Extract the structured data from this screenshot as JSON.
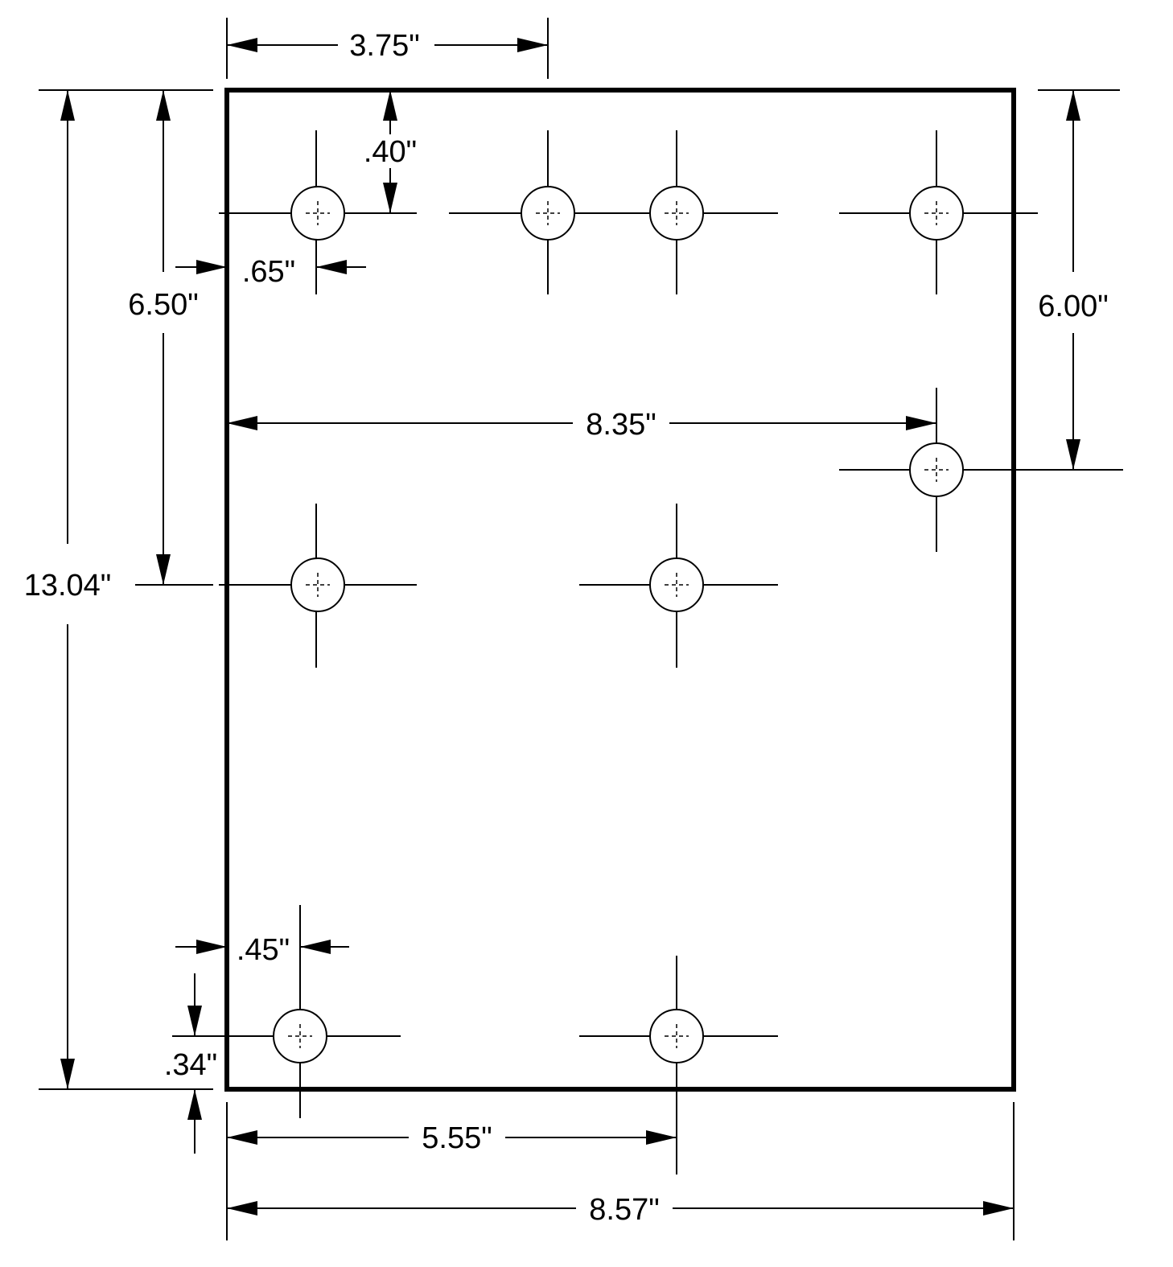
{
  "dimensions": {
    "top_3_75": "3.75\"",
    "hole_offset_0_40": ".40\"",
    "left_0_65": ".65\"",
    "left_6_50": "6.50\"",
    "right_6_00": "6.00\"",
    "mid_8_35": "8.35\"",
    "height_13_04": "13.04\"",
    "left_0_45": ".45\"",
    "bottom_0_34": ".34\"",
    "bottom_5_55": "5.55\"",
    "width_8_57": "8.57\""
  },
  "holes": [
    {
      "id": "top-1"
    },
    {
      "id": "top-2"
    },
    {
      "id": "top-3"
    },
    {
      "id": "top-4"
    },
    {
      "id": "right-mid"
    },
    {
      "id": "mid-1"
    },
    {
      "id": "mid-2"
    },
    {
      "id": "bottom-1"
    },
    {
      "id": "bottom-2"
    }
  ]
}
